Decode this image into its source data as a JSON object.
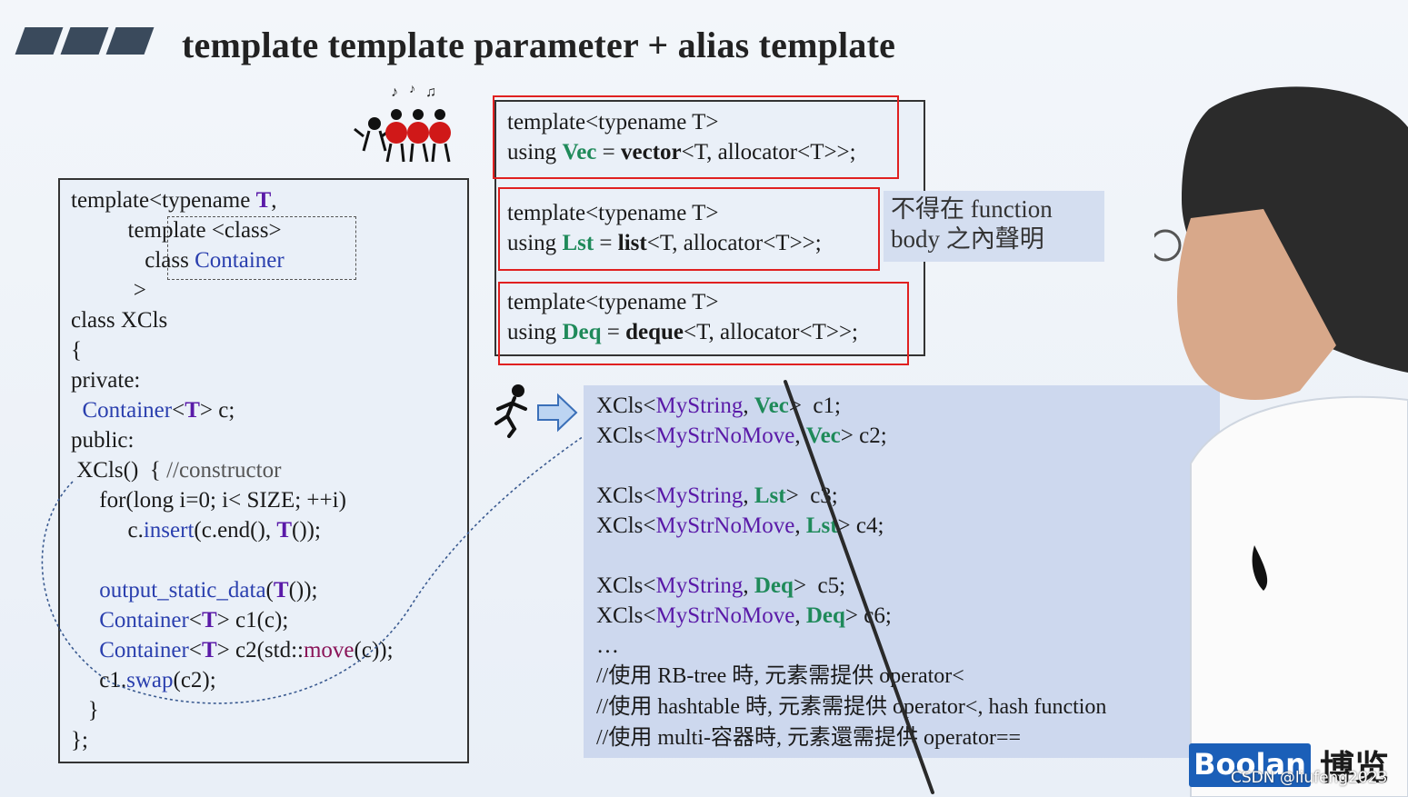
{
  "title": "template template parameter + alias template",
  "left_code": {
    "l1_a": "template<typename ",
    "l1_T": "T",
    "l1_c": ",",
    "l2": "template <class>",
    "l3_a": "class ",
    "l3_b": "Container",
    "l4": ">",
    "l5": "class XCls",
    "l6": "{",
    "l7": "private:",
    "l8_a": "Container",
    "l8_b": "<",
    "l8_T": "T",
    "l8_c": "> c;",
    "l9": "public:",
    "l10_a": "XCls()  { ",
    "l10_b": "//constructor",
    "l11": "for(long i=0; i< SIZE; ++i)",
    "l12_a": "c.",
    "l12_b": "insert",
    "l12_c": "(c.end(), ",
    "l12_T": "T",
    "l12_d": "());",
    "l13_a": "output_static_data",
    "l13_b": "(",
    "l13_T": "T",
    "l13_c": "());",
    "l14_a": "Container",
    "l14_b": "<",
    "l14_T": "T",
    "l14_c": "> c1(c);",
    "l15_a": "Container",
    "l15_b": "<",
    "l15_T": "T",
    "l15_c": "> c2(std::",
    "l15_d": "move",
    "l15_e": "(c));",
    "l16_a": "c1.",
    "l16_b": "swap",
    "l16_c": "(c2);",
    "l17": "}",
    "l18": "};"
  },
  "alias": {
    "vec_l1": "template<typename T>",
    "vec_l2_a": "using ",
    "vec_l2_b": "Vec",
    "vec_l2_c": " = ",
    "vec_l2_d": "vector",
    "vec_l2_e": "<T, allocator<T>>;",
    "lst_l1": "template<typename T>",
    "lst_l2_a": "using ",
    "lst_l2_b": "Lst",
    "lst_l2_c": " = ",
    "lst_l2_d": "list",
    "lst_l2_e": "<T, allocator<T>>;",
    "deq_l1": "template<typename T>",
    "deq_l2_a": "using ",
    "deq_l2_b": "Deq",
    "deq_l2_c": " = ",
    "deq_l2_d": "deque",
    "deq_l2_e": "<T, allocator<T>>;"
  },
  "note": "不得在 function\nbody 之內聲明",
  "usage": [
    {
      "a": "XCls<",
      "b": "MyString",
      "c": ", ",
      "d": "Vec",
      "e": ">  c1;"
    },
    {
      "a": "XCls<",
      "b": "MyStrNoMove",
      "c": ", ",
      "d": "Vec",
      "e": "> c2;"
    },
    {
      "a": "XCls<",
      "b": "MyString",
      "c": ", ",
      "d": "Lst",
      "e": ">  c3;"
    },
    {
      "a": "XCls<",
      "b": "MyStrNoMove",
      "c": ", ",
      "d": "Lst",
      "e": "> c4;"
    },
    {
      "a": "XCls<",
      "b": "MyString",
      "c": ", ",
      "d": "Deq",
      "e": ">  c5;"
    },
    {
      "a": "XCls<",
      "b": "MyStrNoMove",
      "c": ", ",
      "d": "Deq",
      "e": "> c6;"
    }
  ],
  "ellipsis": "…",
  "comments": [
    "//使用 RB-tree 時, 元素需提供 operator<",
    "//使用 hashtable 時, 元素需提供 operator<, hash function",
    "//使用 multi-容器時, 元素還需提供 operator=="
  ],
  "logo": "Boolan",
  "logo_cn": "博览",
  "watermark": "CSDN @liufeng2023",
  "colors": {
    "red_box": "#e02020",
    "green_kw": "#1f8a5a",
    "purple_kw": "#5a1aa8",
    "blue_kw": "#2a3fae"
  }
}
